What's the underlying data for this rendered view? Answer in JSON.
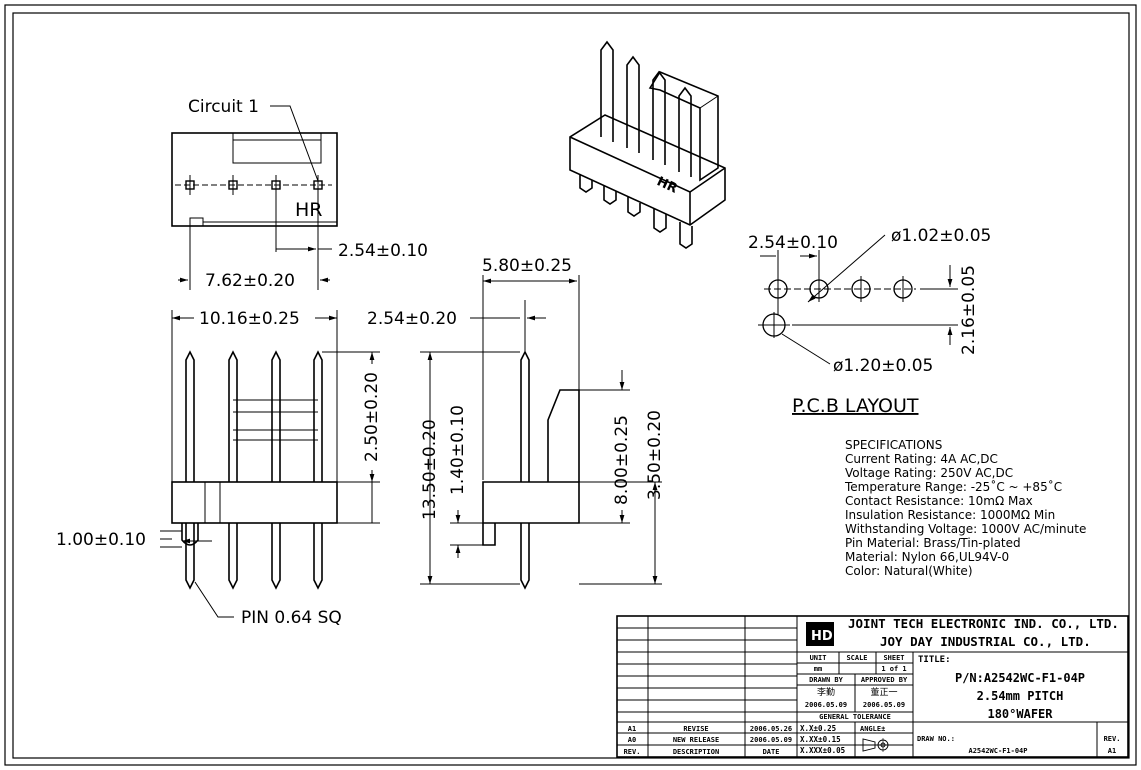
{
  "views": {
    "top": {
      "circuit_label": "Circuit 1",
      "brand_mark": "HR",
      "dim_pitch": "2.54±0.10",
      "dim_span": "7.62±0.20"
    },
    "front": {
      "dim_width": "10.16±0.25",
      "dim_top_pin": "2.50±0.20",
      "dim_bottom_pin": "1.00±0.10",
      "pin_note": "PIN 0.64 SQ"
    },
    "side": {
      "dim_depth": "5.80±0.25",
      "dim_pin_offset": "2.54±0.20",
      "dim_total_height": "13.50±0.20",
      "dim_lock": "1.40±0.10",
      "dim_housing_height": "8.00±0.25",
      "dim_tail": "3.50±0.20"
    },
    "iso": {
      "brand_mark": "HR"
    },
    "pcb": {
      "dim_pitch": "2.54±0.10",
      "dim_hole": "ø1.02±0.05",
      "dim_offset": "2.16±0.05",
      "dim_large_hole": "ø1.20±0.05",
      "title": "P.C.B LAYOUT"
    }
  },
  "specifications": {
    "heading": "SPECIFICATIONS",
    "lines": [
      "Current Rating: 4A AC,DC",
      "Voltage Rating: 250V AC,DC",
      "Temperature Range: -25˚C ~ +85˚C",
      "Contact Resistance: 10mΩ Max",
      "Insulation Resistance: 1000MΩ Min",
      "Withstanding Voltage: 1000V AC/minute",
      "Pin Material: Brass/Tin-plated",
      "Material: Nylon 66,UL94V-0",
      "Color: Natural(White)"
    ]
  },
  "title_block": {
    "company_1": "JOINT TECH ELECTRONIC IND. CO., LTD.",
    "company_2": "JOY DAY INDUSTRIAL CO., LTD.",
    "unit_label": "UNIT",
    "unit_value": "mm",
    "scale_label": "SCALE",
    "sheet_label": "SHEET",
    "sheet_value": "1 of 1",
    "title_label": "TITLE:",
    "title_lines": [
      "P/N:A2542WC-F1-04P",
      "2.54mm PITCH",
      "180°WAFER"
    ],
    "drawn_by_label": "DRAWN BY",
    "drawn_by_name": "李勤",
    "drawn_date": "2006.05.09",
    "approved_by_label": "APPROVED BY",
    "approved_by_name": "董正一",
    "approved_date": "2006.05.09",
    "general_tolerance_label": "GENERAL TOLERANCE",
    "tolerances": [
      "X.X±0.25",
      "X.XX±0.15",
      "X.XXX±0.05"
    ],
    "angle_label": "ANGLE±",
    "draw_no_label": "DRAW NO.:",
    "draw_no_value": "A2542WC-F1-04P",
    "rev_label": "REV.",
    "rev_value": "A1",
    "revisions": [
      {
        "rev": "A1",
        "description": "REVISE",
        "date": "2006.05.26"
      },
      {
        "rev": "A0",
        "description": "NEW RELEASE",
        "date": "2006.05.09"
      }
    ],
    "rev_header": {
      "rev": "REV.",
      "description": "DESCRIPTION",
      "date": "DATE"
    }
  }
}
